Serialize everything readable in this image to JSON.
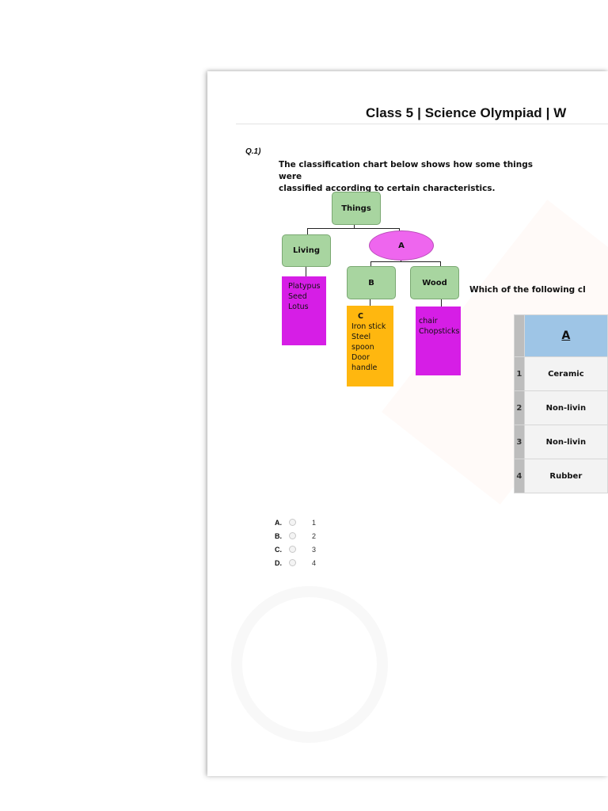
{
  "header": {
    "title": "Class 5 | Science Olympiad | W"
  },
  "question": {
    "number": "Q.1)",
    "intro_line1": "The classification chart below shows how some things were",
    "intro_line2": "classified according to certain characteristics.",
    "prompt": "Which of the following cl"
  },
  "diagram": {
    "root": "Things",
    "living": "Living",
    "a": "A",
    "b": "B",
    "wood": "Wood",
    "living_items": [
      "Platypus",
      "Seed",
      "Lotus"
    ],
    "c_items": [
      "C",
      "Iron stick",
      "Steel spoon",
      "Door handle"
    ],
    "wood_items": [
      "chair",
      "Chopsticks"
    ],
    "colors": {
      "green": "#a8d5a0",
      "magenta": "#d61ee6",
      "orange": "#ffb70f",
      "ellipse": "#ee66ee"
    }
  },
  "options_table": {
    "column_header": "A",
    "rows": [
      {
        "num": "1",
        "a": "Ceramic"
      },
      {
        "num": "2",
        "a": "Non-livin"
      },
      {
        "num": "3",
        "a": "Non-livin"
      },
      {
        "num": "4",
        "a": "Rubber"
      }
    ]
  },
  "answers": [
    {
      "letter": "A.",
      "value": "1"
    },
    {
      "letter": "B.",
      "value": "2"
    },
    {
      "letter": "C.",
      "value": "3"
    },
    {
      "letter": "D.",
      "value": "4"
    }
  ]
}
